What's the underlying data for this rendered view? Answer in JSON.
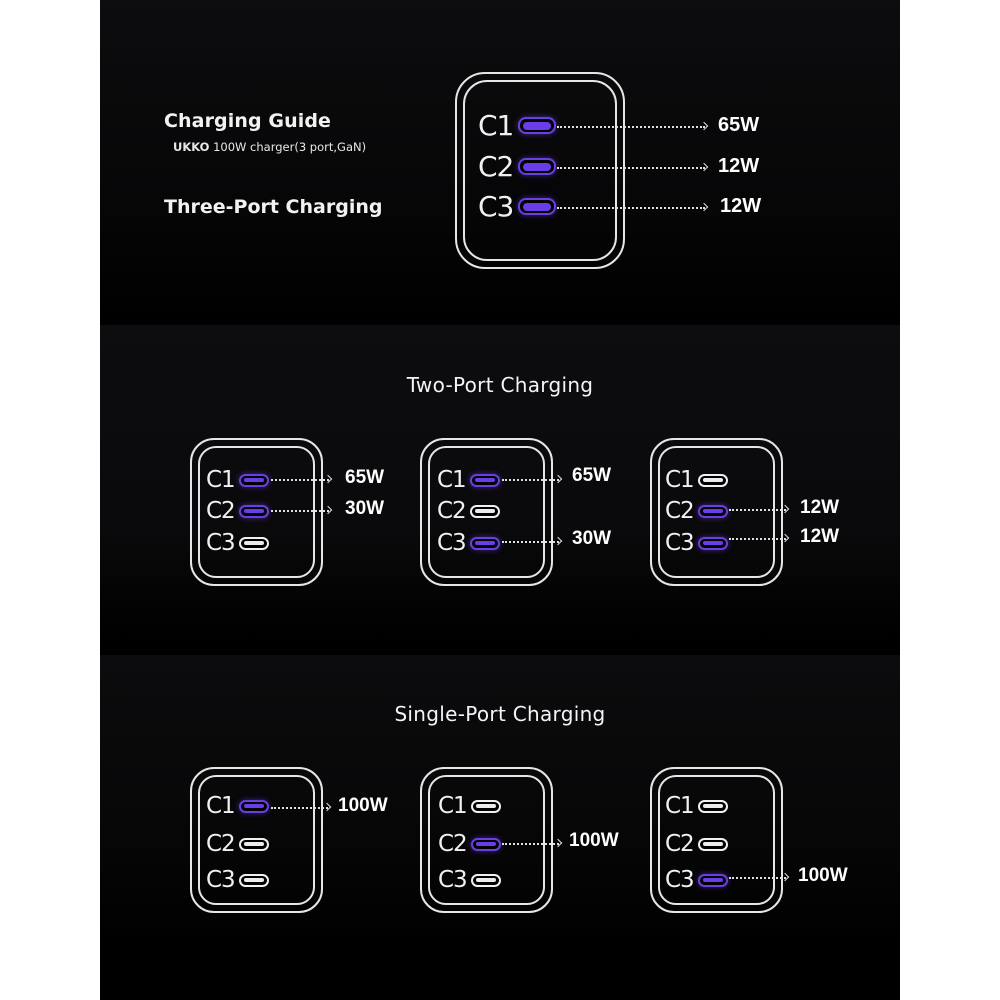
{
  "colors": {
    "port_active": "#6a3de8",
    "port_inactive": "#ececec",
    "background": "#000000",
    "page": "#ffffff",
    "text": "#f2f2f2"
  },
  "header": {
    "title": "Charging Guide",
    "brand": "UKKO",
    "subtitle": "100W charger(3 port,GaN)"
  },
  "three_port": {
    "title": "Three-Port Charging",
    "ports": [
      {
        "label": "C1",
        "active": true,
        "watt": "65W"
      },
      {
        "label": "C2",
        "active": true,
        "watt": "12W"
      },
      {
        "label": "C3",
        "active": true,
        "watt": "12W"
      }
    ]
  },
  "two_port": {
    "title": "Two-Port Charging",
    "configs": [
      {
        "ports": [
          {
            "label": "C1",
            "active": true,
            "watt": "65W"
          },
          {
            "label": "C2",
            "active": true,
            "watt": "30W"
          },
          {
            "label": "C3",
            "active": false,
            "watt": ""
          }
        ]
      },
      {
        "ports": [
          {
            "label": "C1",
            "active": true,
            "watt": "65W"
          },
          {
            "label": "C2",
            "active": false,
            "watt": ""
          },
          {
            "label": "C3",
            "active": true,
            "watt": "30W"
          }
        ]
      },
      {
        "ports": [
          {
            "label": "C1",
            "active": false,
            "watt": ""
          },
          {
            "label": "C2",
            "active": true,
            "watt": "12W"
          },
          {
            "label": "C3",
            "active": true,
            "watt": "12W"
          }
        ]
      }
    ]
  },
  "single_port": {
    "title": "Single-Port Charging",
    "configs": [
      {
        "ports": [
          {
            "label": "C1",
            "active": true,
            "watt": "100W"
          },
          {
            "label": "C2",
            "active": false,
            "watt": ""
          },
          {
            "label": "C3",
            "active": false,
            "watt": ""
          }
        ]
      },
      {
        "ports": [
          {
            "label": "C1",
            "active": false,
            "watt": ""
          },
          {
            "label": "C2",
            "active": true,
            "watt": "100W"
          },
          {
            "label": "C3",
            "active": false,
            "watt": ""
          }
        ]
      },
      {
        "ports": [
          {
            "label": "C1",
            "active": false,
            "watt": ""
          },
          {
            "label": "C2",
            "active": false,
            "watt": ""
          },
          {
            "label": "C3",
            "active": true,
            "watt": "100W"
          }
        ]
      }
    ]
  }
}
